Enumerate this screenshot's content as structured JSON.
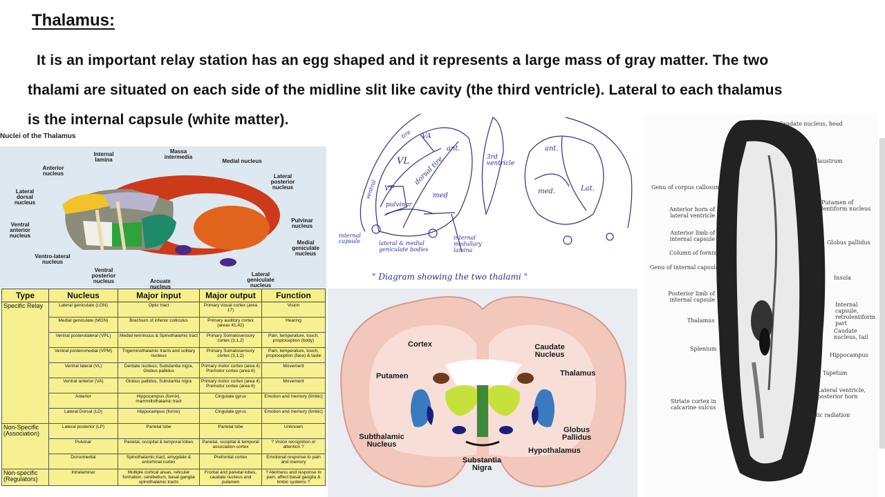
{
  "title": "Thalamus:",
  "paragraph": {
    "line1": "It is an important relay station has an egg shaped and it represents a large mass of gray matter. The two",
    "line2": "thalami are situated on each side of the midline slit like cavity (the third ventricle). Lateral to each thalamus",
    "line3": "is the internal capsule (white matter)."
  },
  "nuclei_figure": {
    "caption": "Nuclei of the Thalamus",
    "labels": {
      "internal_lamina": "Internal lamina",
      "massa_intermedia": "Massa intermedia",
      "medial_nucleus": "Medial nucleus",
      "anterior_nucleus": "Anterior nucleus",
      "lateral_posterior": "Lateral posterior nucleus",
      "lateral_dorsal": "Lateral dorsal nucleus",
      "pulvinar": "Pulvinar nucleus",
      "ventral_anterior": "Ventral anterior nucleus",
      "medial_geniculate": "Medial geniculate nucleus",
      "ventro_lateral": "Ventro-lateral nucleus",
      "ventral_posterior": "Ventral posterior nucleus",
      "arcuate": "Arcuate nucleus",
      "lateral_geniculate": "Lateral geniculate nucleus"
    }
  },
  "table": {
    "headers": [
      "Type",
      "Nucleus",
      "Major input",
      "Major output",
      "Function"
    ],
    "groups": [
      {
        "type": "Specific Relay",
        "rows": [
          [
            "Lateral geniculate (LGN)",
            "Optic tract",
            "Primary visual cortex (area 17)",
            "Vision"
          ],
          [
            "Medial geniculate (MGN)",
            "Brachium of inferior colliculus",
            "Primary auditory cortex (areas 41,42)",
            "Hearing"
          ],
          [
            "Ventral posterolateral (VPL)",
            "Medial lemniscus & Spinothalamic tract",
            "Primary Somatosensory cortex (3,1,2)",
            "Pain, temperature, touch, propioception (body)"
          ],
          [
            "Ventral posteromedial (VPM)",
            "Trigeminothalamic tracts and solitary nucleus",
            "Primary Somatosensory cortex (3,1,2)",
            "Pain, temperature, touch, propioception (face) & taste"
          ],
          [
            "Ventral lateral (VL)",
            "Dentate nucleus, Substantia nigra, Globus pallidus",
            "Primary motor cortex (area 4) Premotor cortex (area 6)",
            "Movement"
          ],
          [
            "Ventral anterior (VA)",
            "Globus pallidus, Substantia nigra",
            "Primary motor cortex (area 4) Premotor cortex (area 6)",
            "Movement"
          ],
          [
            "Anterior",
            "Hippocampus (fornix), mammillothalamic tract",
            "Cingulate gyrus",
            "Emotion and memory (limbic)"
          ],
          [
            "Lateral Dorsal (LD)",
            "Hippocampus (fornix)",
            "Cingulate gyrus",
            "Emotion and memory (limbic)"
          ]
        ]
      },
      {
        "type": "Non-Specific (Association)",
        "rows": [
          [
            "Lateral posterior (LP)",
            "Parietal lobe",
            "Parietal lobe",
            "Unknown"
          ],
          [
            "Pulvinar",
            "Parietal, occipital & temporal lobes",
            "Parietal, occipital & temporal association cortex",
            "? Vision recognition or attention ?"
          ],
          [
            "Dorsomedial",
            "Spinothalamic tract, amygdale & entorhinal cortex",
            "Prefrontal cortex",
            "Emotional response to pain and memory"
          ]
        ]
      },
      {
        "type": "Non-specific (Regulators)",
        "rows": [
          [
            "Intralaminar",
            "Multiple cortical areas, reticular formation, cerebellum, basal ganglia spinothalamic tracts",
            "Frontal and parietal lobes, caudate nucleus and putamen",
            "? Alertness and response to pain, affect basal ganglia & limbic systems ?"
          ]
        ]
      }
    ]
  },
  "hand_diagram": {
    "labels": {
      "va": "VA",
      "vl": "VL",
      "ant": "ant.",
      "vp": "VP",
      "dorsal_tier": "dorsal tire",
      "med": "med",
      "pulvinar": "pulvinar",
      "ventral": "ventral",
      "tier": "tire",
      "third_ventricle": "3rd ventricle",
      "ant2": "ant.",
      "med2": "med.",
      "lat": "Lat.",
      "internal_capsule": "internal capsule",
      "geniculate": "lateral & medial geniculate bodies",
      "medullary_lamina": "internal medullary lamina"
    },
    "caption": "\" Diagram showing the two thalami \""
  },
  "coronal": {
    "labels": {
      "cortex": "Cortex",
      "caudate": "Caudate Nucleus",
      "putamen": "Putamen",
      "thalamus": "Thalamus",
      "subthalamic": "Subthalamic Nucleus",
      "globus_pallidus": "Globus Pallidus",
      "substantia_nigra": "Substantia Nigra",
      "hypothalamus": "Hypothalamus"
    }
  },
  "axial": {
    "labels": {
      "caudate_head": "Caudate nucleus, head",
      "claustrum": "Claustrum",
      "genu_cc": "Genu of corpus callosum",
      "anterior_horn": "Anterior horn of lateral ventricle",
      "putamen": "Putamen of lentiform nucleus",
      "anterior_limb": "Anterior limb of internal capsule",
      "column_fornix": "Column of fornix",
      "globus_pallidus": "Globus pallidus",
      "genu_ic": "Genu of internal capsule",
      "insula": "Insula",
      "posterior_limb": "Posterior limb of internal capsule",
      "retrolentiform": "Internal capsule, retrolentiform part",
      "thalamus": "Thalamus",
      "caudate_tail": "Caudate nucleus, tail",
      "splenium": "Splenium",
      "hippocampus": "Hippocampus",
      "tapetum": "Tapetum",
      "lat_vent_post": "Lateral ventricle, posterior horn",
      "striate": "Striate cortex in calcarine sulcus",
      "optic_radiation": "Optic radiation"
    }
  }
}
